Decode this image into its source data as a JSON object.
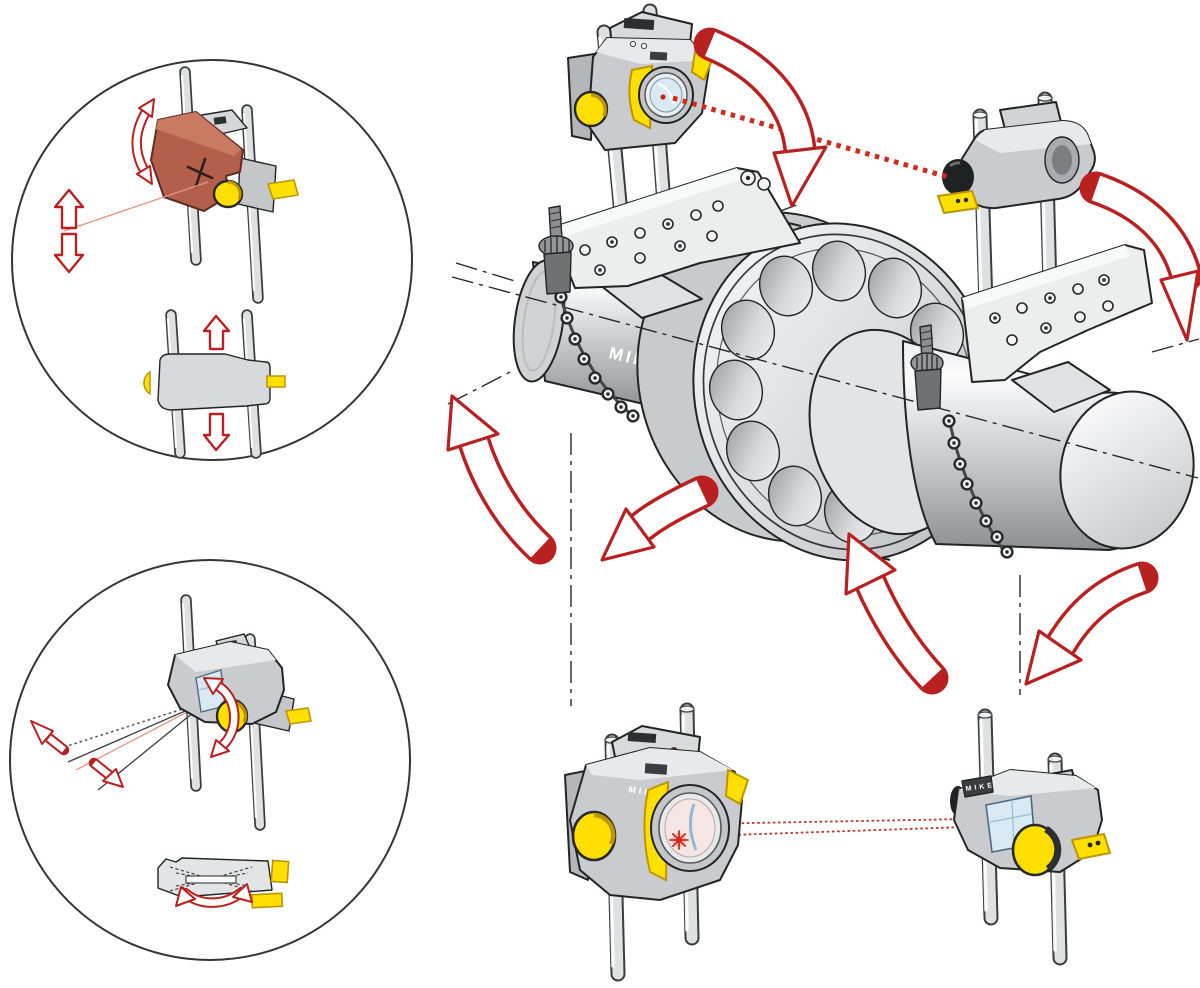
{
  "labels": {
    "brand": "MIKE"
  },
  "colors": {
    "accent_red": "#b92020",
    "laser_red": "#cf2b1c",
    "laser_pink": "#e59585",
    "highlight_yellow": "#ffdf00",
    "yellow_shade": "#bd9500",
    "terracotta": "#b45f4a",
    "terracotta_light": "#cb7a62",
    "device_gray": "#c9cbce",
    "device_gray_light": "#e8e9ea",
    "window_blue": "#d8e9f3",
    "led_green": "#3aa43a",
    "led_red": "#cc2222",
    "outline_dark": "#212325",
    "background": "#ffffff"
  },
  "scene": {
    "insets": [
      {
        "id": "vertical-adjustment",
        "position": "top-left",
        "parts": [
          "measuring-unit-tilted",
          "measuring-unit-side-view",
          "mounting-rods",
          "laser-beam"
        ],
        "icons": [
          "tilt-rotation-arrow-icon",
          "move-up-arrow-icon",
          "move-down-arrow-icon",
          "raise-arrow-icon",
          "lower-arrow-icon"
        ]
      },
      {
        "id": "angular-adjustment",
        "position": "bottom-left",
        "parts": [
          "measuring-unit-front-view",
          "unit-top-view",
          "mounting-rods",
          "laser-beam-fan"
        ],
        "icons": [
          "knob-rotation-arrow-icon",
          "sweep-up-left-arrow-icon",
          "sweep-down-right-arrow-icon",
          "beam-sweep-arrow-icon"
        ]
      }
    ],
    "main_assembly": {
      "parts": [
        "shaft-left",
        "coupling-flange",
        "bolt-holes",
        "hub",
        "shaft-right",
        "laser-transmitter-unit",
        "laser-receiver-unit",
        "mounting-bracket-left",
        "mounting-bracket-right",
        "thumb-screw-left",
        "thumb-screw-right",
        "mounting-chain-left",
        "mounting-chain-right",
        "laser-beam-dotted",
        "center-lines"
      ],
      "bolt_hole_count": 12,
      "rotation_arrow_count": 6
    },
    "bottom_pair": {
      "parts": [
        "laser-transmitter-unit",
        "laser-receiver-unit",
        "mounting-rods",
        "laser-beams",
        "laser-dot",
        "status-leds"
      ]
    }
  }
}
